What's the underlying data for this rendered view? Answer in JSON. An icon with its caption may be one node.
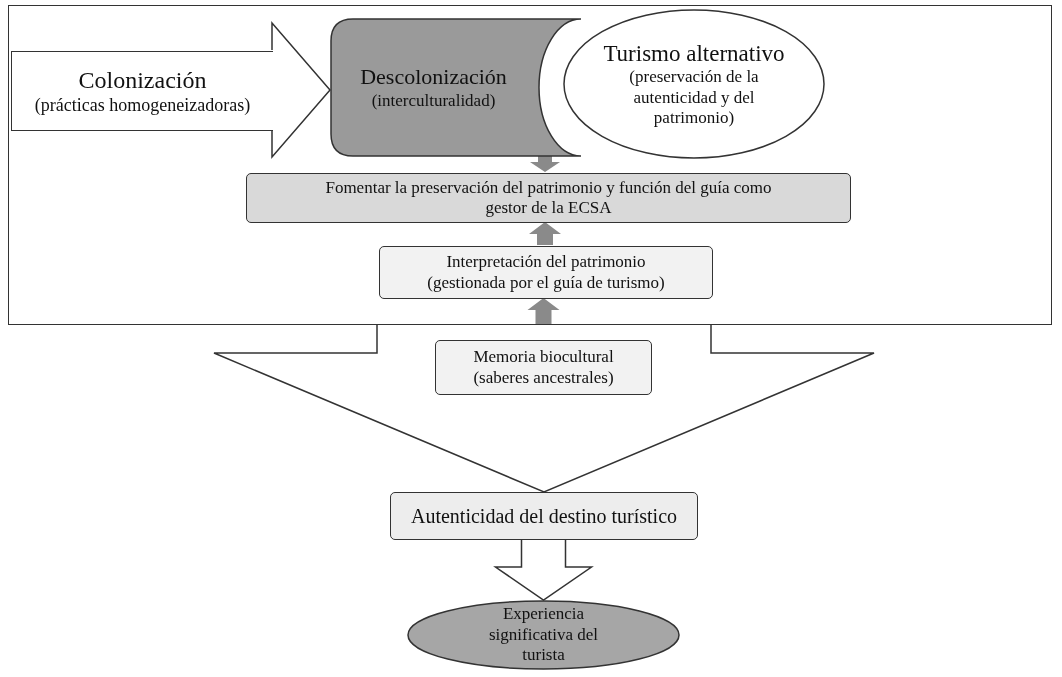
{
  "diagram": {
    "nodes": [
      {
        "text": [],
        "shape": "box"
      },
      {
        "text": [
          "Colonización",
          "(prácticas homogeneizadoras)"
        ],
        "in": 0
      },
      {
        "text": [
          "Descolonización",
          "(interculturalidad)"
        ],
        "in": 0
      },
      {
        "text": [
          "Turismo alternativo",
          "(preservación de la autenticidad y del patrimonio)"
        ],
        "in": 0
      },
      {
        "text": [
          "Fomentar la preservación del patrimonio y función del guía como gestor de la ECSA"
        ],
        "in": 0
      },
      {
        "text": [
          "Interpretación del patrimonio",
          "(gestionada por el guía de turismo)"
        ],
        "in": 0
      },
      {
        "text": [
          "Memoria biocultural",
          "(saberes ancestrales)"
        ]
      },
      {
        "text": [
          "Autenticidad del destino turístico"
        ]
      },
      {
        "text": [
          "Experiencia significativa del turista"
        ]
      }
    ],
    "edges": [
      {
        "from": 1,
        "to": 2,
        "arrow": "to"
      },
      {
        "from": 2,
        "to": 4,
        "arrow": "to"
      },
      {
        "from": 5,
        "to": 4,
        "arrow": "to"
      },
      {
        "from": 6,
        "to": 5,
        "arrow": "to"
      },
      {
        "from": 0,
        "to": 7,
        "arrow": "to"
      },
      {
        "from": 7,
        "to": 8,
        "arrow": "to"
      }
    ]
  }
}
